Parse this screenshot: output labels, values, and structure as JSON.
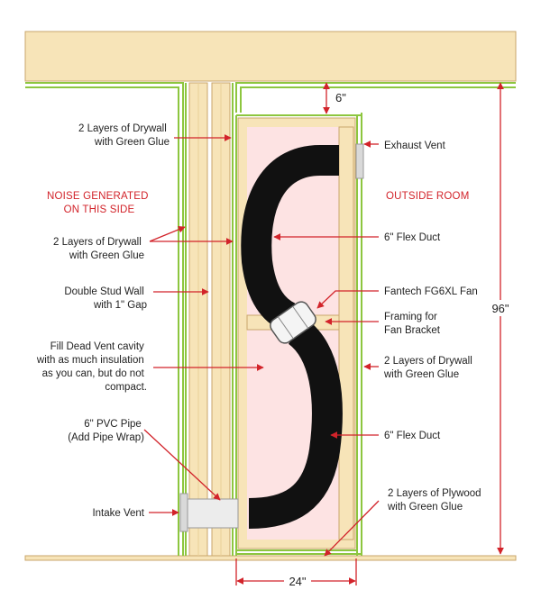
{
  "labels": {
    "drywall_top_left": [
      "2 Layers of Drywall",
      "with Green Glue"
    ],
    "noise_side": [
      "NOISE GENERATED",
      "ON THIS SIDE"
    ],
    "drywall_mid_left": [
      "2 Layers of Drywall",
      "with Green Glue"
    ],
    "double_stud": [
      "Double Stud Wall",
      "with 1\" Gap"
    ],
    "fill_cavity": [
      "Fill Dead Vent cavity",
      "with as much insulation",
      "as you can, but do not",
      "compact."
    ],
    "pvc_pipe": [
      "6\" PVC Pipe",
      "(Add Pipe Wrap)"
    ],
    "intake_vent": "Intake Vent",
    "exhaust_vent": "Exhaust Vent",
    "outside_room": "OUTSIDE ROOM",
    "flex_duct_top": "6\" Flex Duct",
    "fan": "Fantech FG6XL Fan",
    "framing": [
      "Framing for",
      "Fan Bracket"
    ],
    "drywall_right": [
      "2 Layers of Drywall",
      "with Green Glue"
    ],
    "flex_duct_bottom": "6\" Flex Duct",
    "plywood": [
      "2 Layers of Plywood",
      "with Green Glue"
    ]
  },
  "dimensions": {
    "top_gap": "6\"",
    "height": "96\"",
    "width": "24\""
  },
  "colors": {
    "wood": "#f7e4b8",
    "wood_stroke": "#c9a66b",
    "green_glue": "#8dc63f",
    "insulation": "#fde3e3",
    "duct": "#111111",
    "arrow": "#d2232a",
    "vent": "#d9d9d9"
  }
}
